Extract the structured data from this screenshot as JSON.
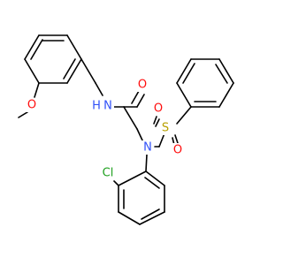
{
  "colors": {
    "carbon_bond": "#000000",
    "oxygen": "#ff0d0d",
    "nitrogen": "#3050f8",
    "sulfur": "#b8a000",
    "chlorine": "#1fa01f"
  },
  "atoms": [
    {
      "id": "O1",
      "text": "O",
      "element": "oxygen"
    },
    {
      "id": "N1",
      "text": "N",
      "element": "nitrogen"
    },
    {
      "id": "H1",
      "text": "H",
      "element": "nitrogen"
    },
    {
      "id": "O2",
      "text": "O",
      "element": "oxygen"
    },
    {
      "id": "N2",
      "text": "N",
      "element": "nitrogen"
    },
    {
      "id": "S1",
      "text": "S",
      "element": "sulfur"
    },
    {
      "id": "O3",
      "text": "O",
      "element": "oxygen"
    },
    {
      "id": "O4",
      "text": "O",
      "element": "oxygen"
    },
    {
      "id": "Cl1",
      "text": "Cl",
      "element": "chlorine"
    }
  ]
}
